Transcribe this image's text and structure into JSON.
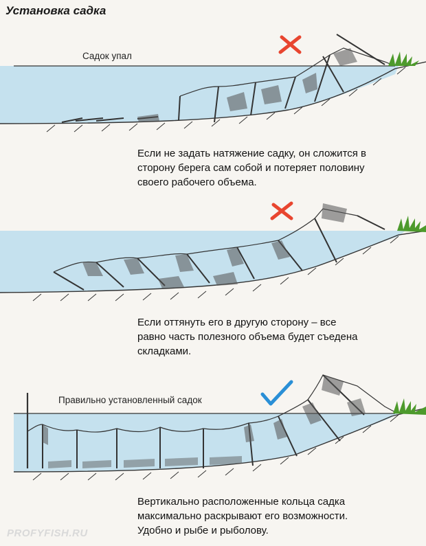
{
  "title": "Установка садка",
  "panels": [
    {
      "label": "Садок упал",
      "mark": "cross-mark",
      "caption": [
        "Если не задать натяжение садку, он сложится в",
        "сторону берега сам собой и потеряет половину",
        "своего рабочего объема."
      ]
    },
    {
      "label": "",
      "mark": "cross-mark",
      "caption": [
        "Если оттянуть его в другую сторону – все",
        "равно часть полезного объема будет съедена",
        "складками."
      ]
    },
    {
      "label": "Правильно установленный садок",
      "mark": "check-mark",
      "caption": [
        "Вертикально расположенные кольца садка",
        "максимально раскрывают его возможности.",
        "Удобно и рыбе и рыболову."
      ]
    }
  ],
  "watermark": "PROFYFISH.RU",
  "colors": {
    "water": "#c5e1ee",
    "line": "#333333",
    "cross": "#e8452f",
    "check": "#2a8fd6",
    "grass": "#4d9a2c"
  }
}
